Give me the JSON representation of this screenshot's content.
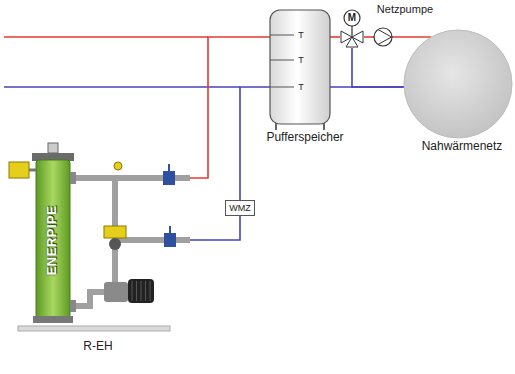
{
  "diagram": {
    "nodes": [
      {
        "text": [
          "Pufferspeicher"
        ]
      },
      {
        "text": [
          "T"
        ],
        "in": 0
      },
      {
        "text": [
          "T"
        ],
        "in": 0
      },
      {
        "text": [
          "T"
        ],
        "in": 0
      },
      {
        "text": [
          "M"
        ]
      },
      {
        "text": [
          "Netzpumpe"
        ]
      },
      {
        "text": [
          "Nahwärmenetz"
        ]
      },
      {
        "text": [
          "WMZ"
        ]
      },
      {
        "text": [
          "ENERPIPE",
          "R-EH"
        ]
      }
    ],
    "edges": [
      {
        "from": 8,
        "to": 0,
        "arrow": "none"
      },
      {
        "from": 0,
        "to": 4,
        "arrow": "none"
      },
      {
        "from": 4,
        "to": 5,
        "arrow": "none"
      },
      {
        "from": 5,
        "to": 6,
        "arrow": "none"
      },
      {
        "from": 6,
        "to": 0,
        "arrow": "none"
      },
      {
        "from": 4,
        "to": 6,
        "arrow": "none"
      },
      {
        "from": 0,
        "to": 7,
        "arrow": "none"
      },
      {
        "from": 7,
        "to": 8,
        "arrow": "none"
      }
    ]
  }
}
